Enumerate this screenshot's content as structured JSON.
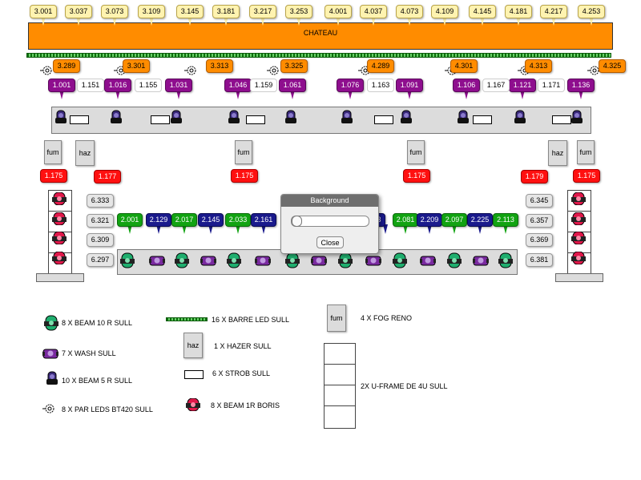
{
  "top_bar": {
    "title": "CHATEAU",
    "color": "#ff8c00",
    "labels": [
      "3.001",
      "3.037",
      "3.073",
      "3.109",
      "3.145",
      "3.181",
      "3.217",
      "3.253",
      "4.001",
      "4.037",
      "4.073",
      "4.109",
      "4.145",
      "4.181",
      "4.217",
      "4.253"
    ]
  },
  "par_labels": [
    "3.289",
    "3.301",
    "3.313",
    "3.325",
    "4.289",
    "4.301",
    "4.313",
    "4.325"
  ],
  "beam5_labels": [
    "1.001",
    "1.016",
    "1.031",
    "1.046",
    "1.061",
    "1.076",
    "1.091",
    "1.106",
    "1.121",
    "1.136"
  ],
  "strob_labels": [
    "1.151",
    "1.155",
    "1.159",
    "1.163",
    "1.167",
    "1.171"
  ],
  "fog_labels": [
    "1.175",
    "1.175",
    "1.175",
    "1.175"
  ],
  "hazer_labels": [
    "1.177",
    "1.179"
  ],
  "fog_text": "fum",
  "haz_text": "haz",
  "left_tower_labels": [
    "6.333",
    "6.321",
    "6.309",
    "6.297"
  ],
  "right_tower_labels": [
    "6.345",
    "6.357",
    "6.369",
    "6.381"
  ],
  "lower_labels": [
    {
      "text": "2.001",
      "color": "g"
    },
    {
      "text": "2.129",
      "color": "b"
    },
    {
      "text": "2.017",
      "color": "g"
    },
    {
      "text": "2.145",
      "color": "b"
    },
    {
      "text": "2.033",
      "color": "g"
    },
    {
      "text": "2.161",
      "color": "b"
    },
    {
      "text": "3",
      "color": "b"
    },
    {
      "text": "2.081",
      "color": "g"
    },
    {
      "text": "2.209",
      "color": "b"
    },
    {
      "text": "2.097",
      "color": "g"
    },
    {
      "text": "2.225",
      "color": "b"
    },
    {
      "text": "2.113",
      "color": "g"
    }
  ],
  "dialog": {
    "title": "Background",
    "close_label": "Close",
    "slider_value": 0
  },
  "legend": {
    "beam10": "8 X BEAM 10 R SULL",
    "wash": "7 X WASH SULL",
    "beam5": "10 X BEAM 5 R SULL",
    "par": "8 X PAR LEDS BT420 SULL",
    "barre": "16 X BARRE LED SULL",
    "hazer": "1 X HAZER  SULL",
    "strob": "6 X STROB SULL",
    "beam1": "8 X BEAM 1R BORIS",
    "fog": "4 X FOG RENO",
    "uframe": "2X U-FRAME DE 4U  SULL"
  },
  "colors": {
    "beam10": "#1fae6e",
    "wash": "#7a2aa0",
    "beam5": "#3a2a7a",
    "beam1": "#e0184a",
    "barre": "#1c8a1c"
  }
}
